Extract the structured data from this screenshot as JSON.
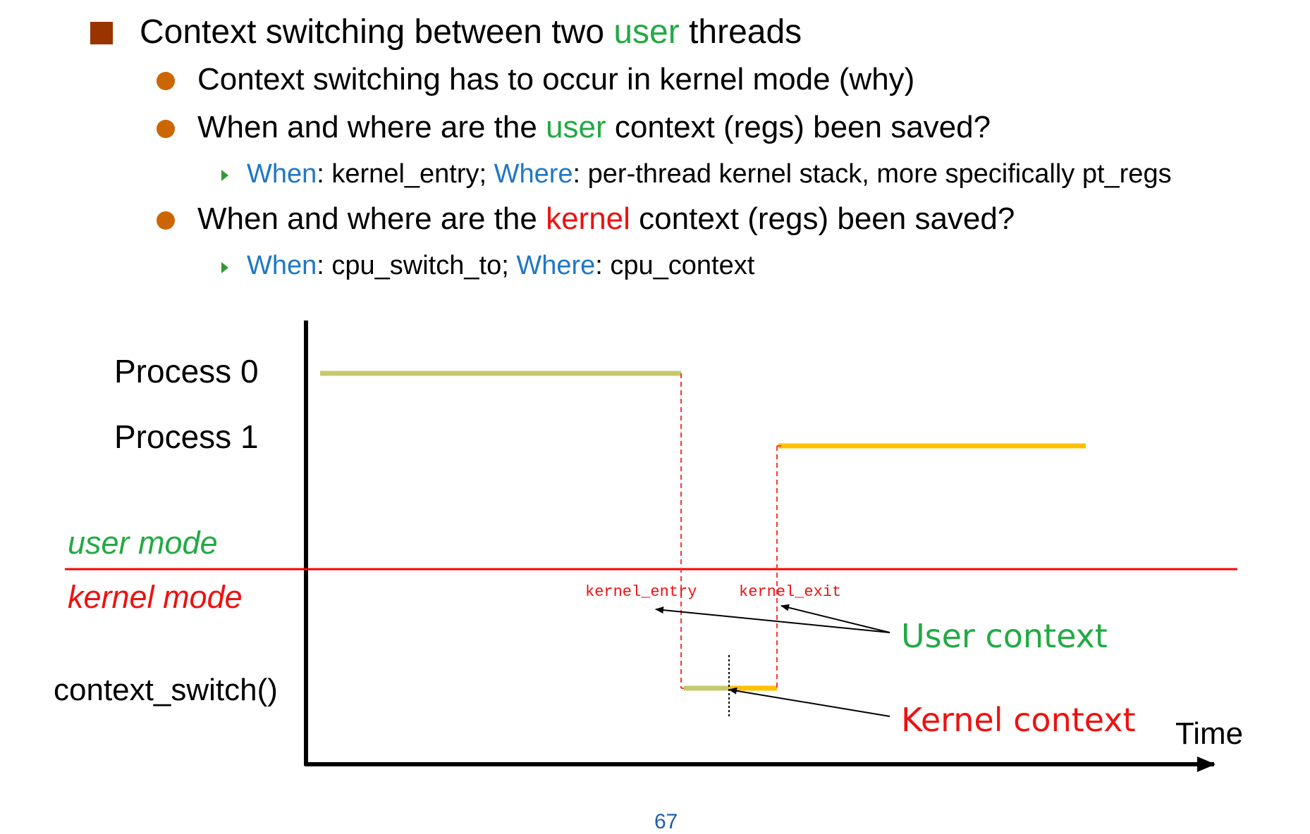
{
  "bullets": {
    "l1": {
      "pre": "Context switching between two ",
      "hl": "user",
      "post": " threads"
    },
    "l2a": {
      "text": "Context switching has to occur in kernel mode (why)"
    },
    "l2b": {
      "pre": "When and where are the ",
      "hl": "user",
      "post": " context (regs) been saved?"
    },
    "l3a": {
      "when": "When",
      "when_val": ": kernel_entry; ",
      "where": "Where",
      "where_val": ": per-thread kernel stack, more specifically pt_regs"
    },
    "l2c": {
      "pre": "When and where are the ",
      "hl": "kernel",
      "post": " context (regs) been saved?"
    },
    "l3b": {
      "when": "When",
      "when_val": ": cpu_switch_to; ",
      "where": "Where",
      "where_val": ": cpu_context"
    }
  },
  "diagram": {
    "process0": "Process 0",
    "process1": "Process 1",
    "user_mode": "user mode",
    "kernel_mode": "kernel mode",
    "context_switch": "context_switch()",
    "kernel_entry": "kernel_entry",
    "kernel_exit": "kernel_exit",
    "user_context": "User context",
    "kernel_context": "Kernel context",
    "time": "Time"
  },
  "colors": {
    "process0_line": "#c8c86e",
    "process1_line": "#ffc000",
    "mode_divider": "#ff0000",
    "green_text": "#22aa44",
    "red_text": "#ee1111",
    "blue_text": "#1f77c4"
  },
  "page_number": "67"
}
